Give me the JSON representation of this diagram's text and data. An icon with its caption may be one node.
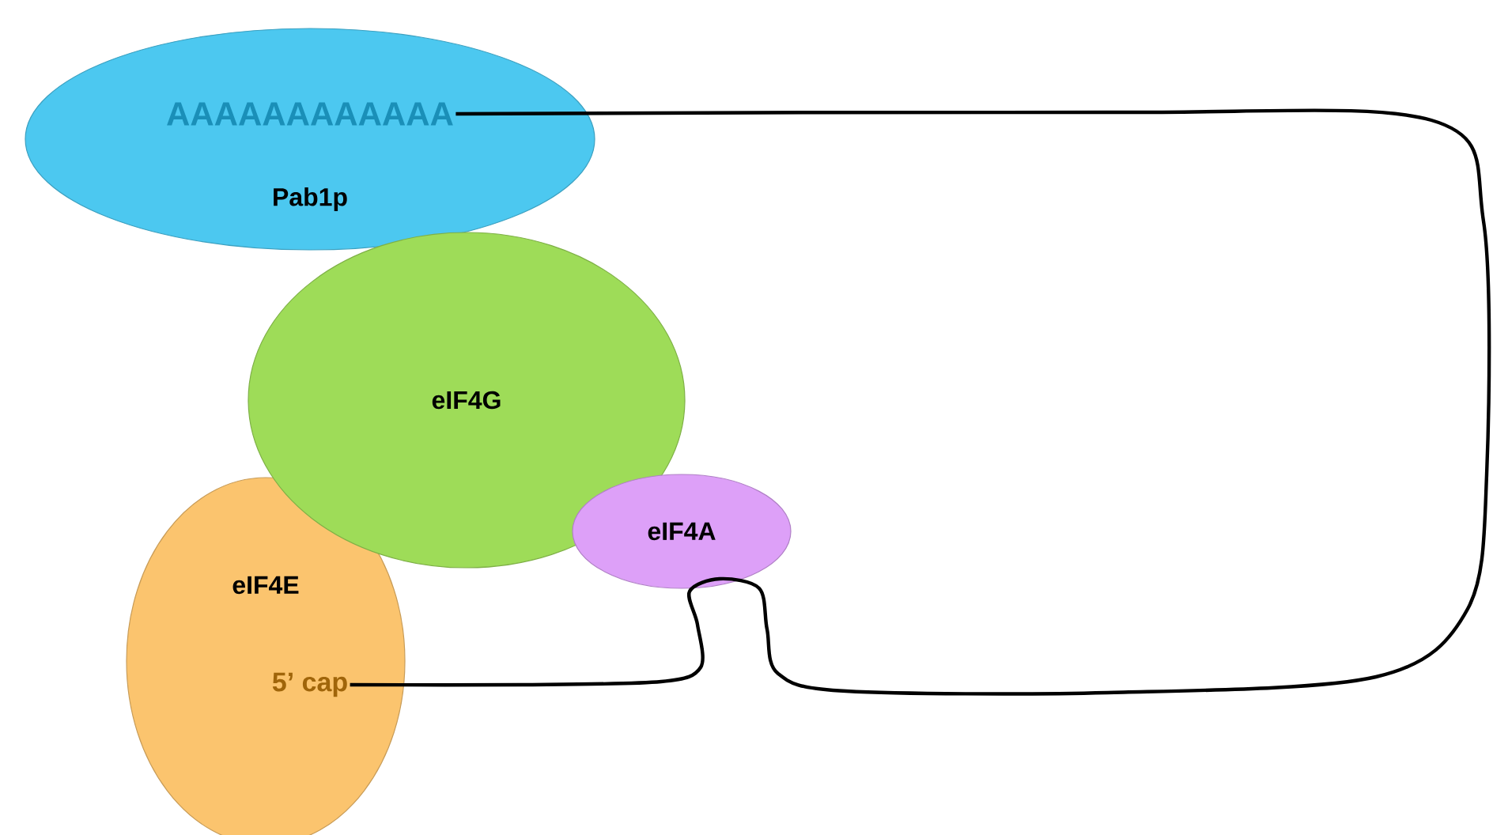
{
  "diagram": {
    "nodes": [
      {
        "text": [
          "Pab1p"
        ]
      },
      {
        "text": [
          "AAAAAAAAAAAA"
        ],
        "in": 0
      },
      {
        "text": [
          "eIF4G"
        ]
      },
      {
        "text": [
          "eIF4E"
        ]
      },
      {
        "text": [
          "5’ cap"
        ],
        "in": 3
      },
      {
        "text": [
          "eIF4A"
        ]
      }
    ],
    "edges": [
      {
        "from": 4,
        "to": 1,
        "arrow": "none"
      }
    ]
  }
}
